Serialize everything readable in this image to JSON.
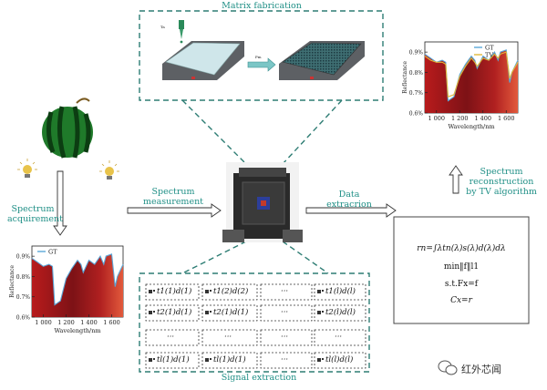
{
  "labels": {
    "matrix_fabrication": "Matrix fabrication",
    "spectrum_acquirement_1": "Spectrum",
    "spectrum_acquirement_2": "acquirement",
    "spectrum_measurement_1": "Spectrum",
    "spectrum_measurement_2": "measurement",
    "data_extraction_1": "Data",
    "data_extraction_2": "extracrion",
    "spectrum_reconstruction_1": "Spectrum",
    "spectrum_reconstruction_2": "reconstruction",
    "spectrum_reconstruction_3": "by TV algorithm",
    "signal_extraction": "Signal extraction"
  },
  "equations": {
    "l1": "rn=∫λtn(λ)s(λ)d(λ)dλ",
    "l2": "min‖f‖l1",
    "l3": "s.t.Fx=f",
    "l4": "Cx=r"
  },
  "matrix_cells": {
    "r1c1": "t1(1)d(1)",
    "r1c2": "t1(2)d(2)",
    "r1c3": "···",
    "r1c4": "t1(l)d(l)",
    "r2c1": "t2(1)d(1)",
    "r2c2": "t2(1)d(1)",
    "r2c3": "···",
    "r2c4": "t2(l)d(l)",
    "r3c1": "···",
    "r3c2": "···",
    "r3c3": "···",
    "r3c4": "···",
    "r4c1": "tl(1)d(1)",
    "r4c2": "tl(1)d(1)",
    "r4c3": "···",
    "r4c4": "tl(l)d(l)"
  },
  "small_text": {
    "tag_small": "Ta",
    "tag_pump": "Pm"
  },
  "watermark": "红外芯闻",
  "chart_data": [
    {
      "type": "area",
      "legend": [
        "GT"
      ],
      "ylabel": "Reflectance",
      "xlabel": "Wavelength/nm",
      "xticks": [
        "1 000",
        "1 200",
        "1 400",
        "1 600"
      ],
      "yticks": [
        "0.6%",
        "0.7%",
        "0.8%",
        "0.9%"
      ],
      "xlim": [
        900,
        1700
      ],
      "ylim": [
        0.6,
        0.95
      ],
      "series": [
        {
          "name": "GT",
          "x": [
            900,
            950,
            1000,
            1050,
            1080,
            1100,
            1150,
            1200,
            1250,
            1300,
            1330,
            1350,
            1400,
            1450,
            1500,
            1530,
            1550,
            1600,
            1630,
            1650,
            1700
          ],
          "values": [
            0.89,
            0.87,
            0.85,
            0.86,
            0.85,
            0.66,
            0.68,
            0.79,
            0.84,
            0.88,
            0.86,
            0.82,
            0.88,
            0.86,
            0.9,
            0.86,
            0.9,
            0.91,
            0.75,
            0.8,
            0.86
          ]
        }
      ]
    },
    {
      "type": "area",
      "legend": [
        "GT",
        "TV"
      ],
      "ylabel": "Reflectance",
      "xlabel": "Wavelength/nm",
      "xticks": [
        "1 000",
        "1 200",
        "1 400",
        "1 600"
      ],
      "yticks": [
        "0.6%",
        "0.7%",
        "0.8%",
        "0.9%"
      ],
      "xlim": [
        900,
        1700
      ],
      "ylim": [
        0.6,
        0.95
      ],
      "series": [
        {
          "name": "GT",
          "x": [
            900,
            950,
            1000,
            1050,
            1080,
            1100,
            1150,
            1200,
            1250,
            1300,
            1330,
            1350,
            1400,
            1450,
            1500,
            1530,
            1550,
            1600,
            1630,
            1650,
            1700
          ],
          "values": [
            0.89,
            0.87,
            0.85,
            0.86,
            0.85,
            0.66,
            0.68,
            0.79,
            0.84,
            0.88,
            0.86,
            0.82,
            0.88,
            0.86,
            0.9,
            0.86,
            0.9,
            0.91,
            0.75,
            0.8,
            0.86
          ]
        },
        {
          "name": "TV",
          "x": [
            900,
            950,
            1000,
            1050,
            1080,
            1100,
            1150,
            1200,
            1250,
            1300,
            1330,
            1350,
            1400,
            1450,
            1500,
            1530,
            1550,
            1600,
            1630,
            1650,
            1700
          ],
          "values": [
            0.88,
            0.86,
            0.85,
            0.85,
            0.84,
            0.68,
            0.69,
            0.78,
            0.83,
            0.87,
            0.85,
            0.83,
            0.87,
            0.86,
            0.89,
            0.87,
            0.89,
            0.9,
            0.77,
            0.8,
            0.85
          ]
        }
      ]
    }
  ],
  "colors": {
    "accent": "#1f8f86",
    "dash": "#2e7d74",
    "area_dark": "#8b1418",
    "area_light": "#e8503a",
    "gt_line": "#5aa7d8",
    "tv_line": "#e0b83a"
  }
}
